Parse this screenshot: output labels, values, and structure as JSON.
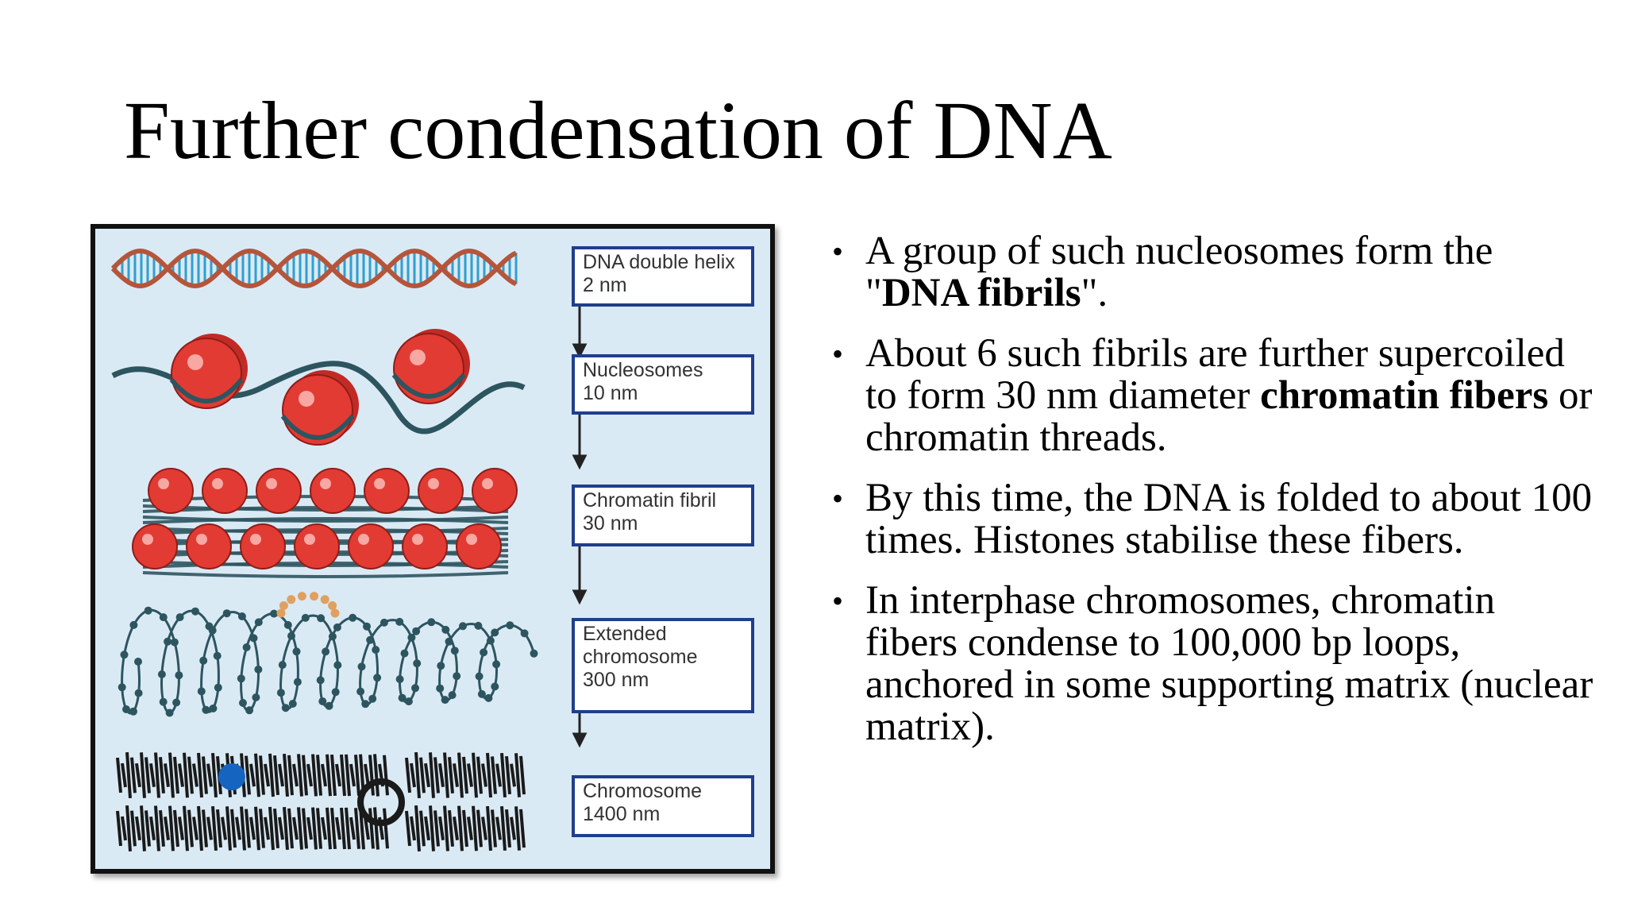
{
  "slide": {
    "title": "Further condensation of DNA"
  },
  "figure": {
    "stages": [
      {
        "name": "DNA double helix",
        "size": "2 nm"
      },
      {
        "name": "Nucleosomes",
        "size": "10 nm"
      },
      {
        "name": "Chromatin fibril",
        "size": "30 nm"
      },
      {
        "name": "Extended",
        "name_line2": "chromosome",
        "size": "300 nm"
      },
      {
        "name": "Chromosome",
        "size": "1400 nm"
      }
    ],
    "colors": {
      "background": "#daeaf5",
      "box_border": "#1f3f8c",
      "helix_strand": "#b5553a",
      "helix_rungs": "#2f9fd0",
      "histone": "#e23b33",
      "dna_strand": "#2d5560",
      "chromosome": "#1a1a1a",
      "centromere": "#1565c0"
    }
  },
  "bullets": [
    {
      "p1": "A group of such nucleosomes form the \"",
      "b1": "DNA fibrils",
      "p2": "\"."
    },
    {
      "p1": "About 6 such fibrils are further supercoiled to form 30 nm diameter ",
      "b1": "chromatin fibers",
      "p2": " or chromatin threads."
    },
    {
      "p1": "By this time, the DNA is folded to about 100 times. Histones stabilise these fibers."
    },
    {
      "p1": " In interphase chromosomes, chromatin fibers condense to 100,000 bp loops, anchored in some supporting matrix (nuclear matrix)."
    }
  ]
}
